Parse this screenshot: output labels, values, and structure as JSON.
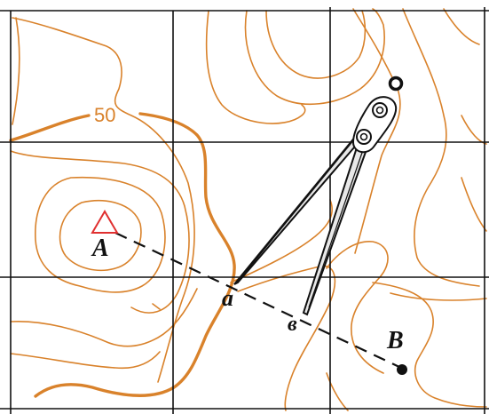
{
  "map": {
    "contour_label": "50",
    "point_a_label": "A",
    "point_b_label": "B",
    "mark_a_label": "a",
    "mark_b_label": "в",
    "contour_color": "#d9822b",
    "marker_color": "#e03030",
    "grid_color": "#111111"
  },
  "icons": {
    "compass": "divider-compass-icon",
    "triangle": "triangle-marker-icon"
  }
}
